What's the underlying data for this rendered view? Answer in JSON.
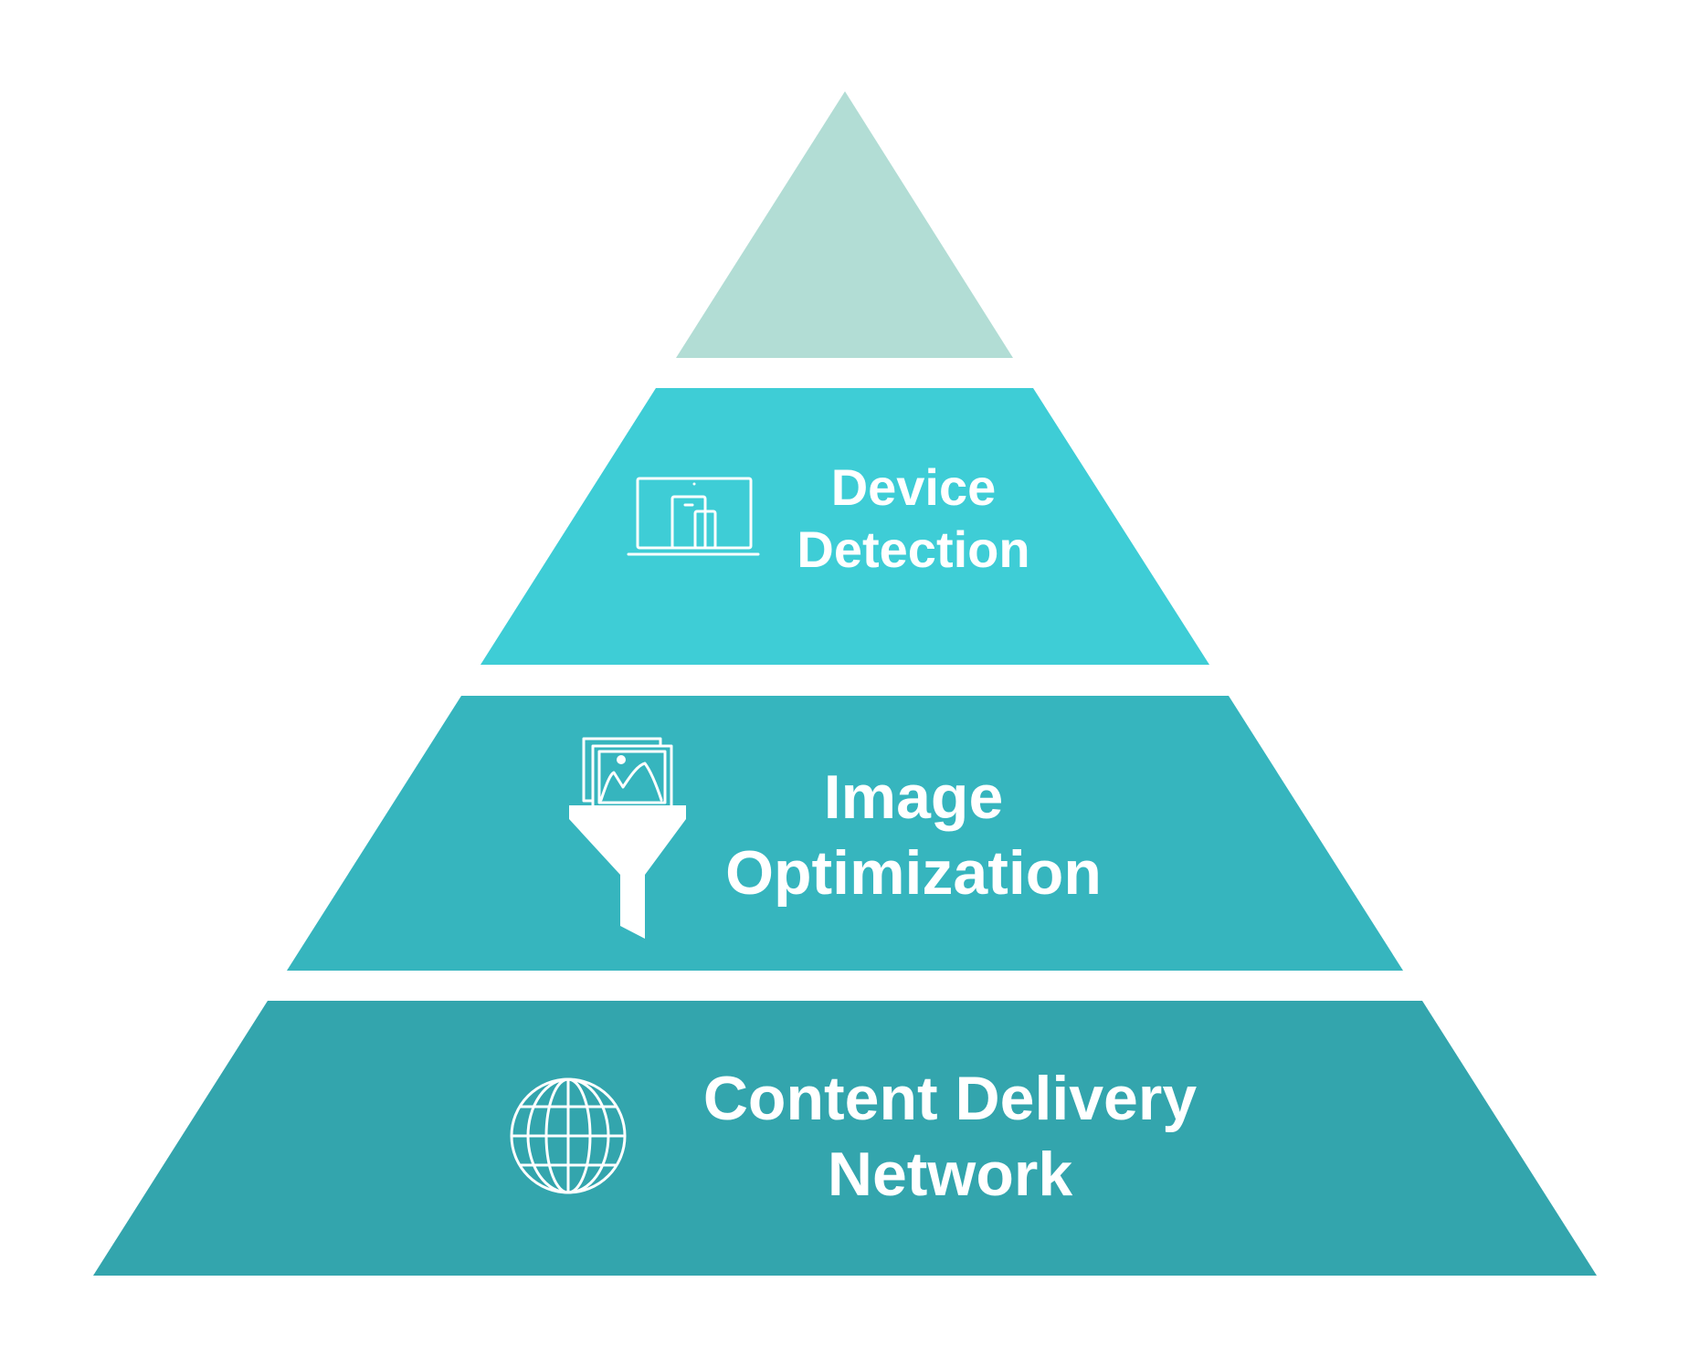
{
  "diagram": {
    "type": "pyramid",
    "colors": {
      "apex": "#b2ddd5",
      "tier_device": "#3ecdd6",
      "tier_image": "#36b5be",
      "tier_cdn": "#33a5ad",
      "text": "#ffffff"
    },
    "tiers": [
      {
        "id": "apex",
        "label_lines": [],
        "icon": ""
      },
      {
        "id": "device-detection",
        "label_lines": [
          "Device",
          "Detection"
        ],
        "icon": "devices-icon"
      },
      {
        "id": "image-optimization",
        "label_lines": [
          "Image",
          "Optimization"
        ],
        "icon": "image-funnel-icon"
      },
      {
        "id": "content-delivery-network",
        "label_lines": [
          "Content Delivery",
          "Network"
        ],
        "icon": "globe-icon"
      }
    ]
  }
}
